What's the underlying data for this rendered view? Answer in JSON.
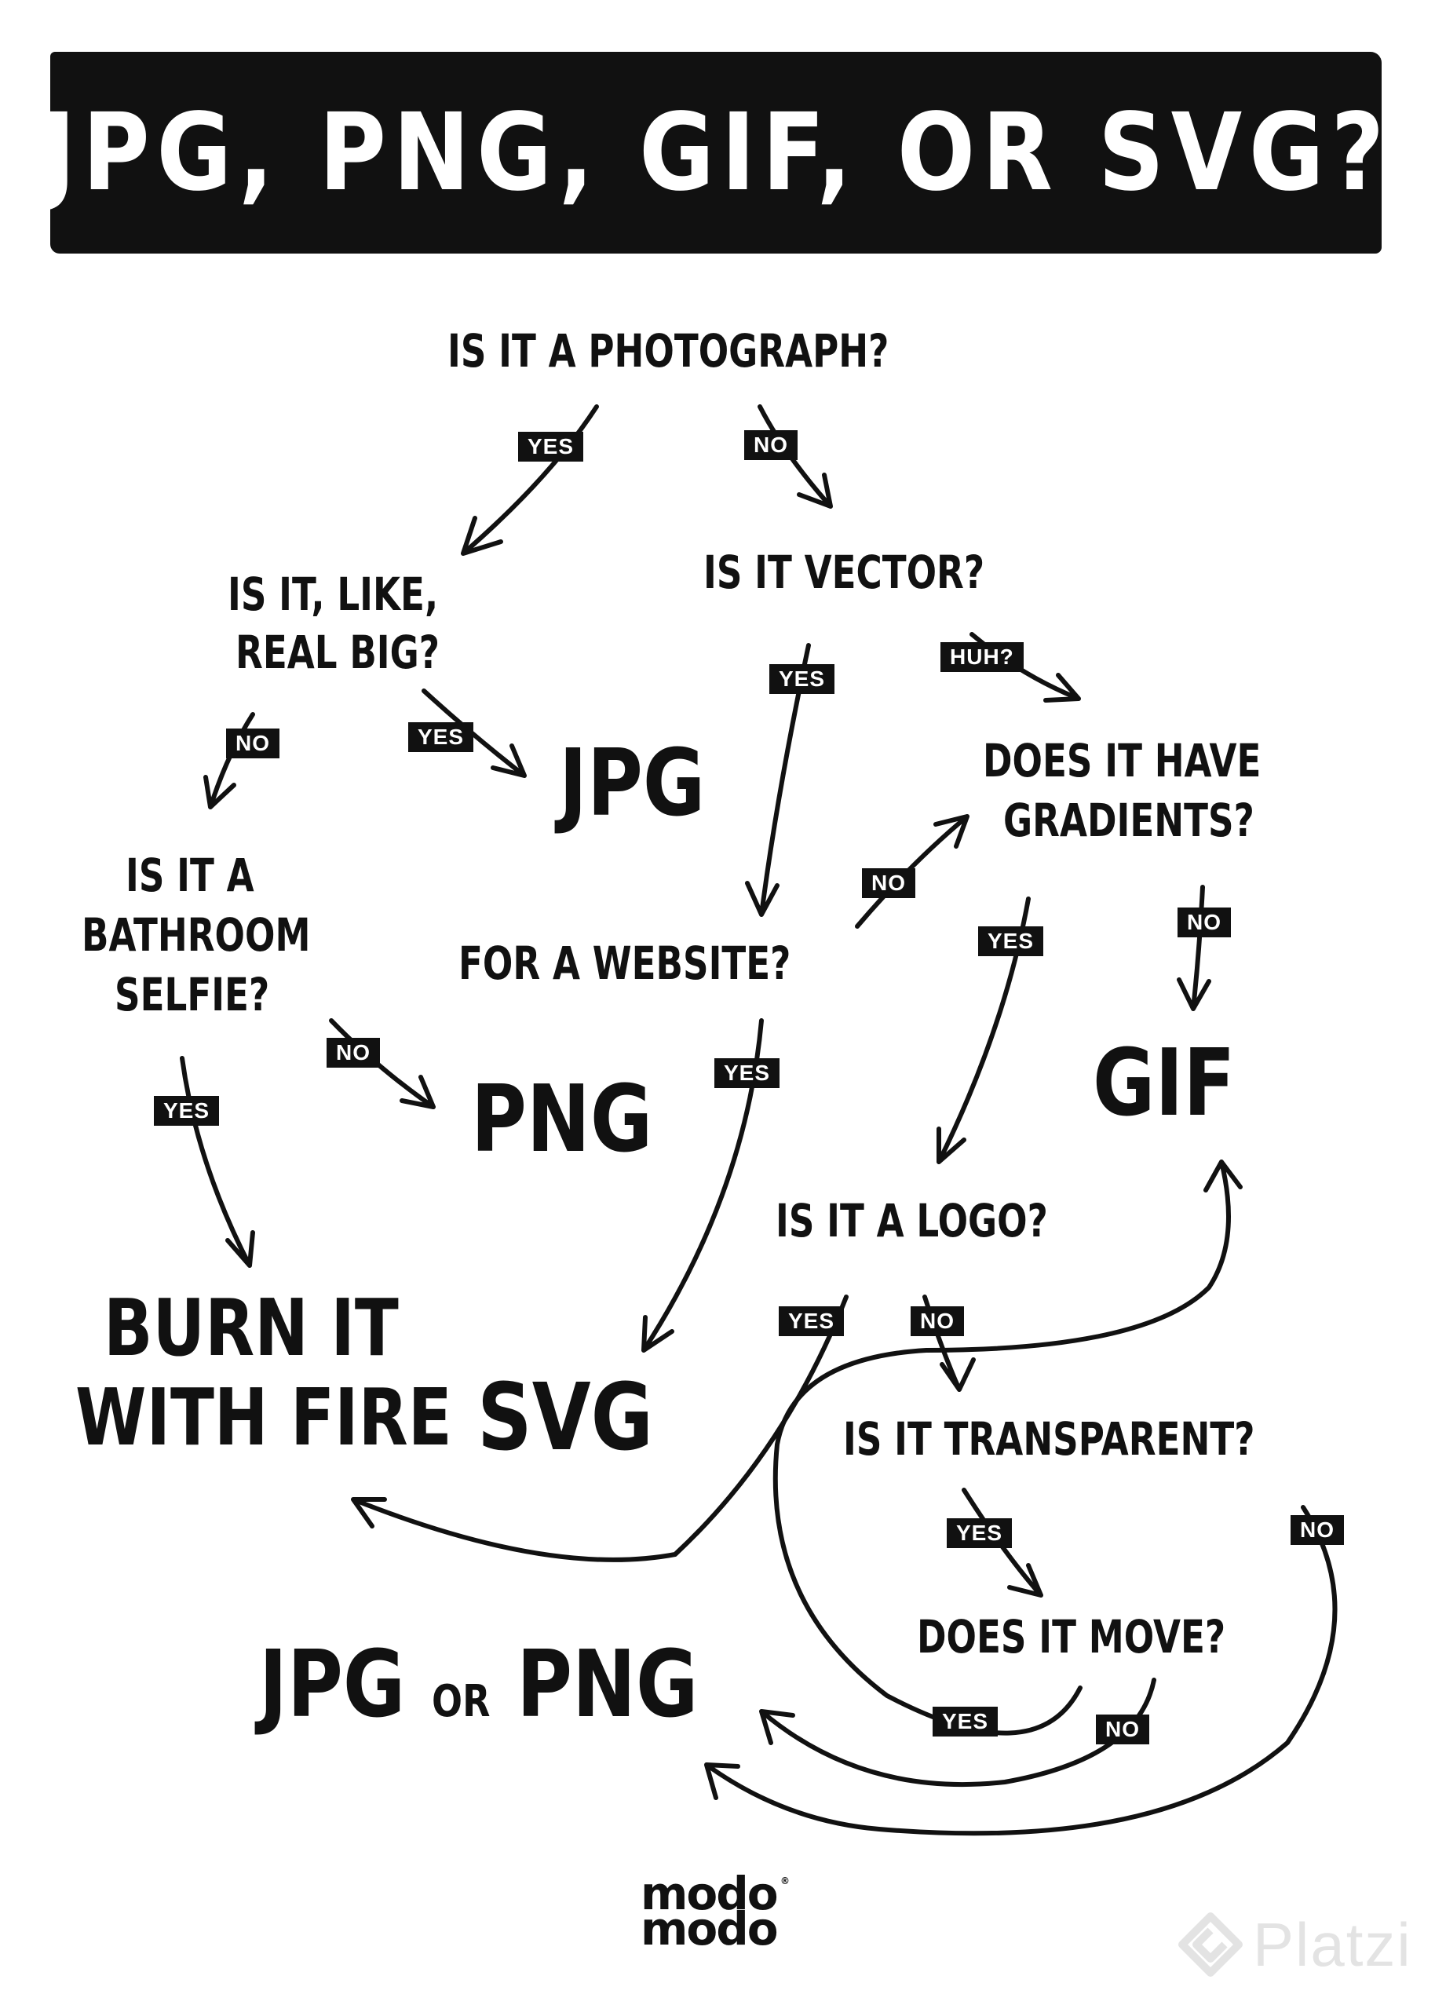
{
  "title": "JPG, PNG, GIF, OR SVG?",
  "nodes": {
    "photograph": "IS IT A PHOTOGRAPH?",
    "real_big_1": "IS IT, LIKE,",
    "real_big_2": "REAL BIG?",
    "vector": "IS IT VECTOR?",
    "gradients_1": "DOES IT HAVE",
    "gradients_2": "GRADIENTS?",
    "bathroom_1": "IS IT A",
    "bathroom_2": "BATHROOM",
    "bathroom_3": "SELFIE?",
    "website": "FOR A WEBSITE?",
    "logo": "IS IT A LOGO?",
    "transparent": "IS IT TRANSPARENT?",
    "move": "DOES IT MOVE?"
  },
  "outcomes": {
    "jpg": "JPG",
    "png": "PNG",
    "gif": "GIF",
    "svg": "SVG",
    "burn_1": "BURN IT",
    "burn_2": "WITH FIRE",
    "jpg_or_png_a": "JPG",
    "jpg_or_png_or": "OR",
    "jpg_or_png_b": "PNG"
  },
  "labels": {
    "photo_yes": "YES",
    "photo_no": "NO",
    "vector_yes": "YES",
    "vector_huh": "HUH?",
    "big_no": "NO",
    "big_yes": "YES",
    "website_no": "NO",
    "grad_yes": "YES",
    "grad_no": "NO",
    "selfie_no": "NO",
    "selfie_yes": "YES",
    "website_yes": "YES",
    "logo_yes": "YES",
    "logo_no": "NO",
    "transp_yes": "YES",
    "transp_no": "NO",
    "move_yes": "YES",
    "move_no": "NO"
  },
  "brand": {
    "line1": "modo",
    "line2": "modo",
    "reg": "®"
  },
  "watermark": "Platzi"
}
